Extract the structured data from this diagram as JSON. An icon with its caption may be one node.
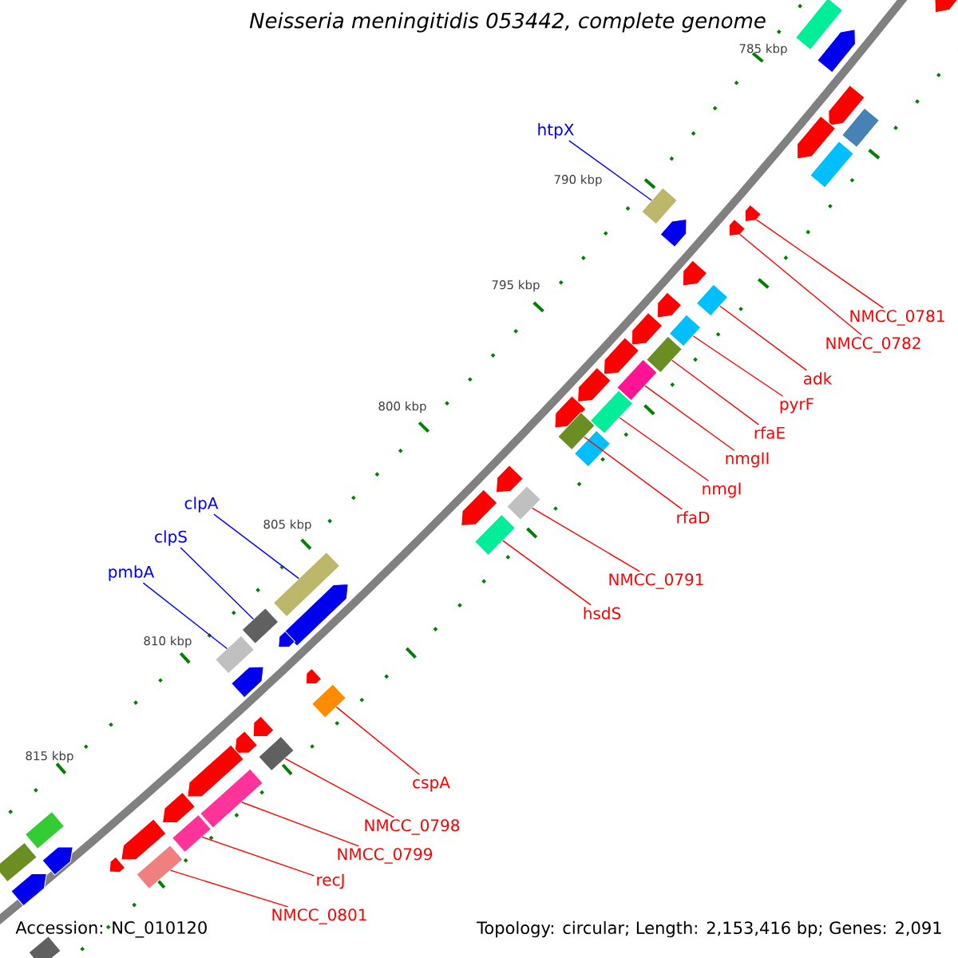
{
  "diagram": {
    "title": "Neisseria meningitidis 053442, complete genome",
    "nodes": [
      {
        "text": [
          "htpX"
        ]
      },
      {
        "text": [
          "clpA"
        ]
      },
      {
        "text": [
          "clpS"
        ]
      },
      {
        "text": [
          "pmbA"
        ]
      },
      {
        "text": [
          "NMCC_0781"
        ]
      },
      {
        "text": [
          "NMCC_0782"
        ]
      },
      {
        "text": [
          "adk"
        ]
      },
      {
        "text": [
          "pyrF"
        ]
      },
      {
        "text": [
          "rfaE"
        ]
      },
      {
        "text": [
          "nmgII"
        ]
      },
      {
        "text": [
          "nmgI"
        ]
      },
      {
        "text": [
          "rfaD"
        ]
      },
      {
        "text": [
          "NMCC_0791"
        ]
      },
      {
        "text": [
          "hsdS"
        ]
      },
      {
        "text": [
          "cspA"
        ]
      },
      {
        "text": [
          "NMCC_0798"
        ]
      },
      {
        "text": [
          "NMCC_0799"
        ]
      },
      {
        "text": [
          "recJ"
        ]
      },
      {
        "text": [
          "NMCC_0801"
        ]
      },
      {
        "text": [],
        "shape": "box"
      },
      {
        "text": [],
        "shape": "pentagon"
      },
      {
        "text": [],
        "shape": "pentagon"
      },
      {
        "text": [],
        "shape": "pentagon"
      },
      {
        "text": [],
        "shape": "box"
      },
      {
        "text": [],
        "shape": "pentagon"
      },
      {
        "text": [],
        "shape": "box"
      },
      {
        "text": [],
        "shape": "box"
      },
      {
        "text": [],
        "shape": "pentagon"
      },
      {
        "text": [],
        "shape": "pentagon"
      },
      {
        "text": [],
        "shape": "pentagon"
      },
      {
        "text": [],
        "shape": "pentagon"
      },
      {
        "text": [],
        "shape": "box"
      },
      {
        "text": [],
        "shape": "pentagon"
      },
      {
        "text": [],
        "shape": "box"
      },
      {
        "text": [],
        "shape": "pentagon"
      },
      {
        "text": [],
        "shape": "box"
      },
      {
        "text": [],
        "shape": "pentagon"
      },
      {
        "text": [],
        "shape": "box"
      },
      {
        "text": [],
        "shape": "pentagon"
      },
      {
        "text": [],
        "shape": "box"
      },
      {
        "text": [],
        "shape": "pentagon"
      },
      {
        "text": [],
        "shape": "box"
      },
      {
        "text": [],
        "shape": "box"
      },
      {
        "text": [],
        "shape": "pentagon"
      },
      {
        "text": [],
        "shape": "box"
      },
      {
        "text": [],
        "shape": "pentagon"
      },
      {
        "text": [],
        "shape": "box"
      },
      {
        "text": [],
        "shape": "box"
      },
      {
        "text": [],
        "shape": "box"
      },
      {
        "text": [],
        "shape": "pentagon"
      },
      {
        "text": [],
        "shape": "pentagon"
      },
      {
        "text": [],
        "shape": "box"
      },
      {
        "text": [],
        "shape": "pentagon"
      },
      {
        "text": [],
        "shape": "pentagon"
      },
      {
        "text": [],
        "shape": "box"
      },
      {
        "text": [],
        "shape": "pentagon"
      },
      {
        "text": [],
        "shape": "pentagon"
      },
      {
        "text": [],
        "shape": "box"
      },
      {
        "text": [],
        "shape": "pentagon"
      },
      {
        "text": [],
        "shape": "box"
      },
      {
        "text": [],
        "shape": "pentagon"
      },
      {
        "text": [],
        "shape": "box"
      },
      {
        "text": [],
        "shape": "pentagon"
      },
      {
        "text": [],
        "shape": "box"
      },
      {
        "text": [],
        "shape": "pentagon"
      },
      {
        "text": [],
        "shape": "box"
      },
      {
        "text": [],
        "shape": "box"
      },
      {
        "text": [],
        "shape": "pentagon"
      },
      {
        "text": [],
        "shape": "pentagon"
      },
      {
        "text": [],
        "shape": "box"
      }
    ],
    "edges": [
      {
        "from": 0,
        "to": 26,
        "arrow": "none",
        "color": "#0000ff"
      },
      {
        "from": 1,
        "to": 47,
        "arrow": "none",
        "color": "#0000ff"
      },
      {
        "from": 2,
        "to": 48,
        "arrow": "none",
        "color": "#0000ff"
      },
      {
        "from": 3,
        "to": 51,
        "arrow": "none",
        "color": "#0000ff"
      },
      {
        "from": 4,
        "to": 29,
        "arrow": "none"
      },
      {
        "from": 5,
        "to": 28,
        "arrow": "none"
      },
      {
        "from": 6,
        "to": 31,
        "arrow": "none"
      },
      {
        "from": 7,
        "to": 33,
        "arrow": "none"
      },
      {
        "from": 8,
        "to": 35,
        "arrow": "none"
      },
      {
        "from": 9,
        "to": 37,
        "arrow": "none"
      },
      {
        "from": 10,
        "to": 39,
        "arrow": "none"
      },
      {
        "from": 11,
        "to": 41,
        "arrow": "none"
      },
      {
        "from": 12,
        "to": 44,
        "arrow": "none"
      },
      {
        "from": 13,
        "to": 46,
        "arrow": "none"
      },
      {
        "from": 14,
        "to": 54,
        "arrow": "none"
      },
      {
        "from": 15,
        "to": 57,
        "arrow": "none"
      },
      {
        "from": 16,
        "to": 59,
        "arrow": "none"
      },
      {
        "from": 17,
        "to": 61,
        "arrow": "none"
      },
      {
        "from": 18,
        "to": 63,
        "arrow": "none"
      }
    ],
    "labels": [
      "785 kbp",
      "790 kbp",
      "795 kbp",
      "800 kbp",
      "805 kbp",
      "810 kbp",
      "815 kbp",
      "Accession: NC_010120",
      "Topology: circular; Length: 2,153,416 bp; Genes: 2,091"
    ]
  }
}
